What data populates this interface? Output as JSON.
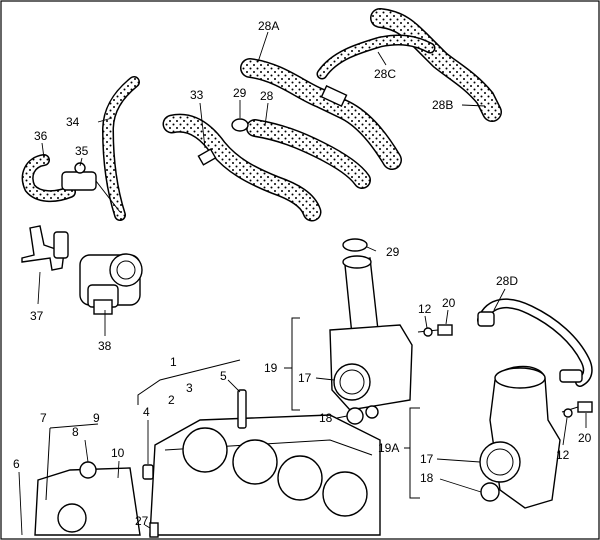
{
  "callouts": {
    "c28A": "28A",
    "c28B": "28B",
    "c28C": "28C",
    "c28": "28",
    "c29a": "29",
    "c29b": "29",
    "c33": "33",
    "c34": "34",
    "c35": "35",
    "c36": "36",
    "c37": "37",
    "c38": "38",
    "c28D": "28D",
    "c12a": "12",
    "c12b": "12",
    "c20a": "20",
    "c20b": "20",
    "c19": "19",
    "c19A": "19A",
    "c17a": "17",
    "c17b": "17",
    "c18a": "18",
    "c18b": "18",
    "c1": "1",
    "c2": "2",
    "c3": "3",
    "c4": "4",
    "c5": "5",
    "c6": "6",
    "c7": "7",
    "c8": "8",
    "c9": "9",
    "c10": "10",
    "c27": "27"
  },
  "colors": {
    "ink": "#000000",
    "paper": "#ffffff"
  }
}
